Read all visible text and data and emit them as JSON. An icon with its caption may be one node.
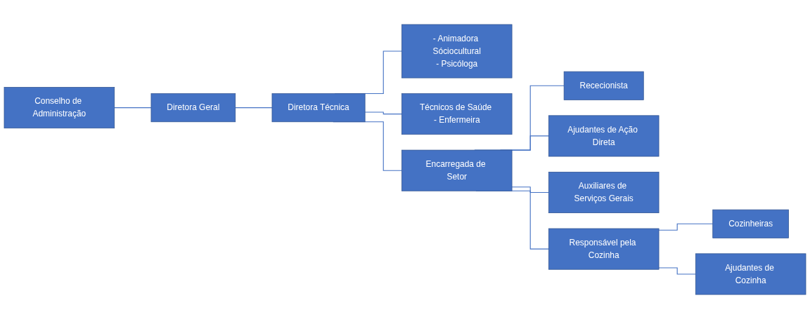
{
  "diagram": {
    "nodes": [
      {
        "text": [
          "Conselho de Administração"
        ]
      },
      {
        "text": [
          "Diretora Geral"
        ]
      },
      {
        "text": [
          "Diretora Técnica"
        ]
      },
      {
        "text": [
          "- Animadora Sóciocultural",
          "- Psicóloga"
        ]
      },
      {
        "text": [
          "Técnicos de Saúde - Enfermeira"
        ]
      },
      {
        "text": [
          "Encarregada de Setor"
        ]
      },
      {
        "text": [
          "Rececionista"
        ]
      },
      {
        "text": [
          "Ajudantes de Ação Direta"
        ]
      },
      {
        "text": [
          "Auxiliares de Serviços Gerais"
        ]
      },
      {
        "text": [
          "Responsável pela Cozinha"
        ]
      },
      {
        "text": [
          "Cozinheiras"
        ]
      },
      {
        "text": [
          "Ajudantes de Cozinha"
        ]
      }
    ],
    "edges": [
      {
        "from": 0,
        "to": 1,
        "arrow": "none"
      },
      {
        "from": 1,
        "to": 2,
        "arrow": "none"
      },
      {
        "from": 2,
        "to": 3,
        "arrow": "none"
      },
      {
        "from": 2,
        "to": 4,
        "arrow": "none"
      },
      {
        "from": 2,
        "to": 5,
        "arrow": "none"
      },
      {
        "from": 5,
        "to": 6,
        "arrow": "none"
      },
      {
        "from": 5,
        "to": 7,
        "arrow": "none"
      },
      {
        "from": 5,
        "to": 8,
        "arrow": "none"
      },
      {
        "from": 5,
        "to": 9,
        "arrow": "none"
      },
      {
        "from": 9,
        "to": 10,
        "arrow": "none"
      },
      {
        "from": 9,
        "to": 11,
        "arrow": "none"
      }
    ]
  }
}
